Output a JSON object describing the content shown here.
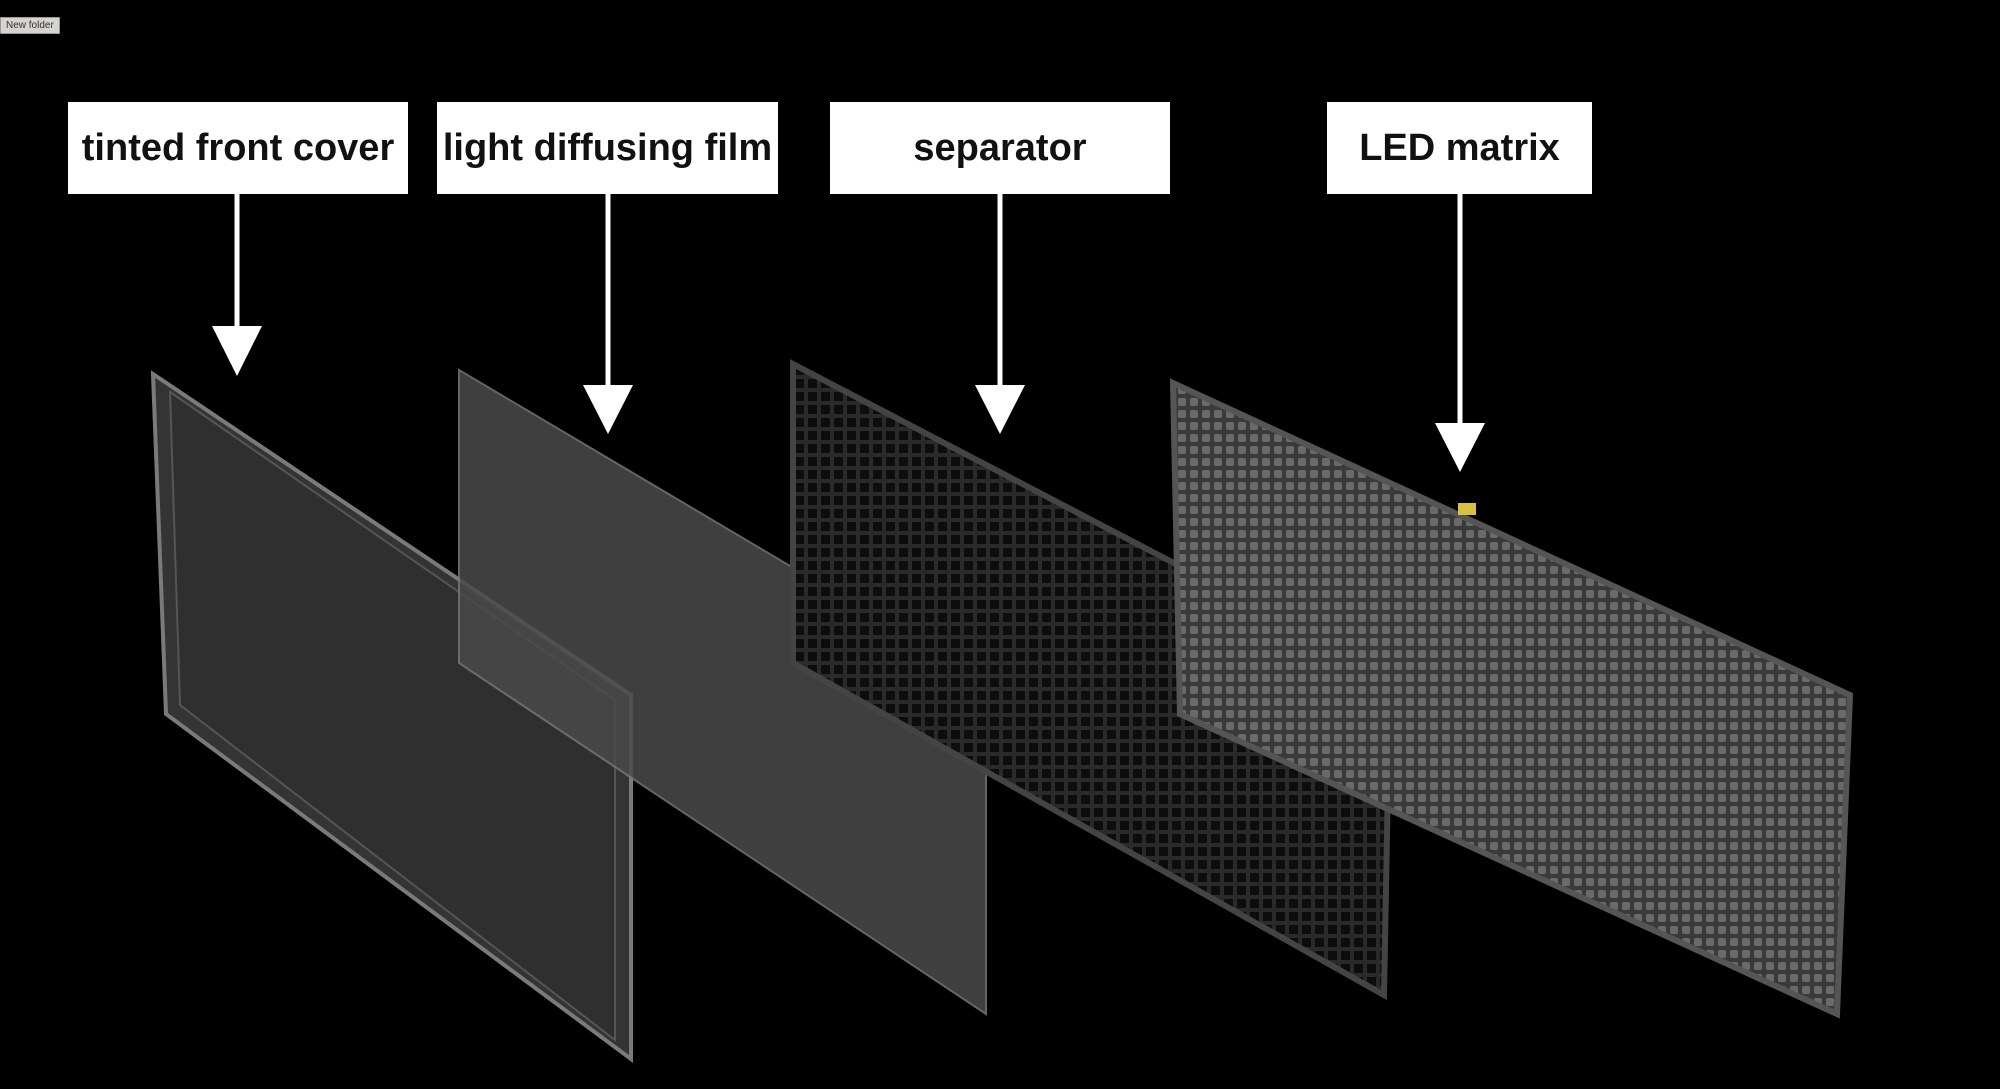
{
  "desktop": {
    "folder_label": "New folder"
  },
  "labels": [
    {
      "text": "tinted front cover"
    },
    {
      "text": "light diffusing film"
    },
    {
      "text": "separator"
    },
    {
      "text": "LED matrix"
    }
  ]
}
